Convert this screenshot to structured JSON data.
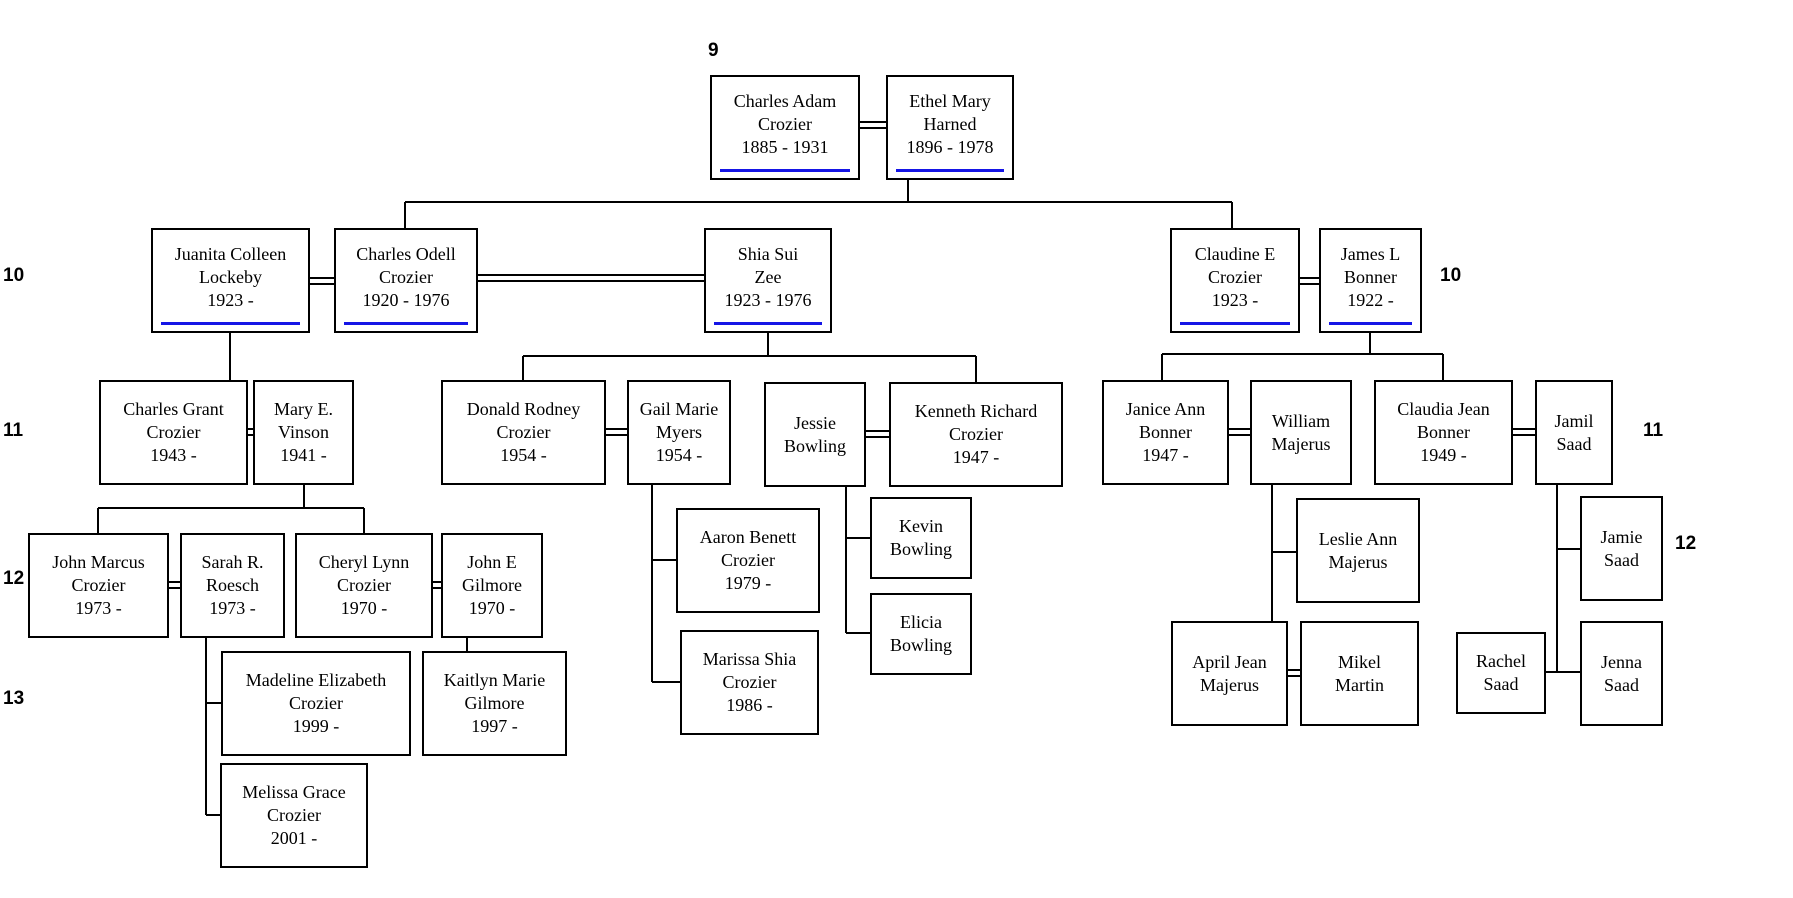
{
  "generations": [
    {
      "id": "g9",
      "label": "9"
    },
    {
      "id": "g10a",
      "label": "10"
    },
    {
      "id": "g10b",
      "label": "10"
    },
    {
      "id": "g11a",
      "label": "11"
    },
    {
      "id": "g11b",
      "label": "11"
    },
    {
      "id": "g12a",
      "label": "12"
    },
    {
      "id": "g12b",
      "label": "12"
    },
    {
      "id": "g13",
      "label": "13"
    }
  ],
  "people": {
    "charles_adam": {
      "name1": "Charles Adam",
      "name2": "Crozier",
      "dates": "1885 - 1931",
      "linked": true
    },
    "ethel_mary": {
      "name1": "Ethel Mary",
      "name2": "Harned",
      "dates": "1896 - 1978",
      "linked": true
    },
    "juanita": {
      "name1": "Juanita Colleen",
      "name2": "Lockeby",
      "dates": "1923 -",
      "linked": true
    },
    "charles_odell": {
      "name1": "Charles Odell",
      "name2": "Crozier",
      "dates": "1920 - 1976",
      "linked": true
    },
    "shia_sui": {
      "name1": "Shia Sui",
      "name2": "Zee",
      "dates": "1923 - 1976",
      "linked": true
    },
    "claudine": {
      "name1": "Claudine E",
      "name2": "Crozier",
      "dates": "1923 -",
      "linked": true
    },
    "james_bonner": {
      "name1": "James L",
      "name2": "Bonner",
      "dates": "1922 -",
      "linked": true
    },
    "charles_grant": {
      "name1": "Charles Grant",
      "name2": "Crozier",
      "dates": "1943 -"
    },
    "mary_vinson": {
      "name1": "Mary E.",
      "name2": "Vinson",
      "dates": "1941 -"
    },
    "donald": {
      "name1": "Donald Rodney",
      "name2": "Crozier",
      "dates": "1954 -"
    },
    "gail": {
      "name1": "Gail Marie",
      "name2": "Myers",
      "dates": "1954 -"
    },
    "jessie": {
      "name1": "Jessie",
      "name2": "Bowling",
      "dates": ""
    },
    "kenneth": {
      "name1": "Kenneth Richard",
      "name2": "Crozier",
      "dates": "1947 -"
    },
    "janice": {
      "name1": "Janice Ann",
      "name2": "Bonner",
      "dates": "1947 -"
    },
    "william": {
      "name1": "William",
      "name2": "Majerus",
      "dates": ""
    },
    "claudia": {
      "name1": "Claudia Jean",
      "name2": "Bonner",
      "dates": "1949 -"
    },
    "jamil": {
      "name1": "Jamil",
      "name2": "Saad",
      "dates": ""
    },
    "john_marcus": {
      "name1": "John Marcus",
      "name2": "Crozier",
      "dates": "1973 -"
    },
    "sarah": {
      "name1": "Sarah R.",
      "name2": "Roesch",
      "dates": "1973 -"
    },
    "cheryl": {
      "name1": "Cheryl Lynn",
      "name2": "Crozier",
      "dates": "1970 -"
    },
    "john_gilmore": {
      "name1": "John E",
      "name2": "Gilmore",
      "dates": "1970 -"
    },
    "aaron": {
      "name1": "Aaron Benett",
      "name2": "Crozier",
      "dates": "1979 -"
    },
    "marissa": {
      "name1": "Marissa Shia",
      "name2": "Crozier",
      "dates": "1986 -"
    },
    "kevin": {
      "name1": "Kevin",
      "name2": "Bowling",
      "dates": ""
    },
    "elicia": {
      "name1": "Elicia",
      "name2": "Bowling",
      "dates": ""
    },
    "leslie": {
      "name1": "Leslie Ann",
      "name2": "Majerus",
      "dates": ""
    },
    "april": {
      "name1": "April Jean",
      "name2": "Majerus",
      "dates": ""
    },
    "mikel": {
      "name1": "Mikel",
      "name2": "Martin",
      "dates": ""
    },
    "jamie": {
      "name1": "Jamie",
      "name2": "Saad",
      "dates": ""
    },
    "jenna": {
      "name1": "Jenna",
      "name2": "Saad",
      "dates": ""
    },
    "rachel": {
      "name1": "Rachel",
      "name2": "Saad",
      "dates": ""
    },
    "madeline": {
      "name1": "Madeline Elizabeth",
      "name2": "Crozier",
      "dates": "1999 -"
    },
    "kaitlyn": {
      "name1": "Kaitlyn Marie",
      "name2": "Gilmore",
      "dates": "1997 -"
    },
    "melissa": {
      "name1": "Melissa Grace",
      "name2": "Crozier",
      "dates": "2001 -"
    }
  }
}
